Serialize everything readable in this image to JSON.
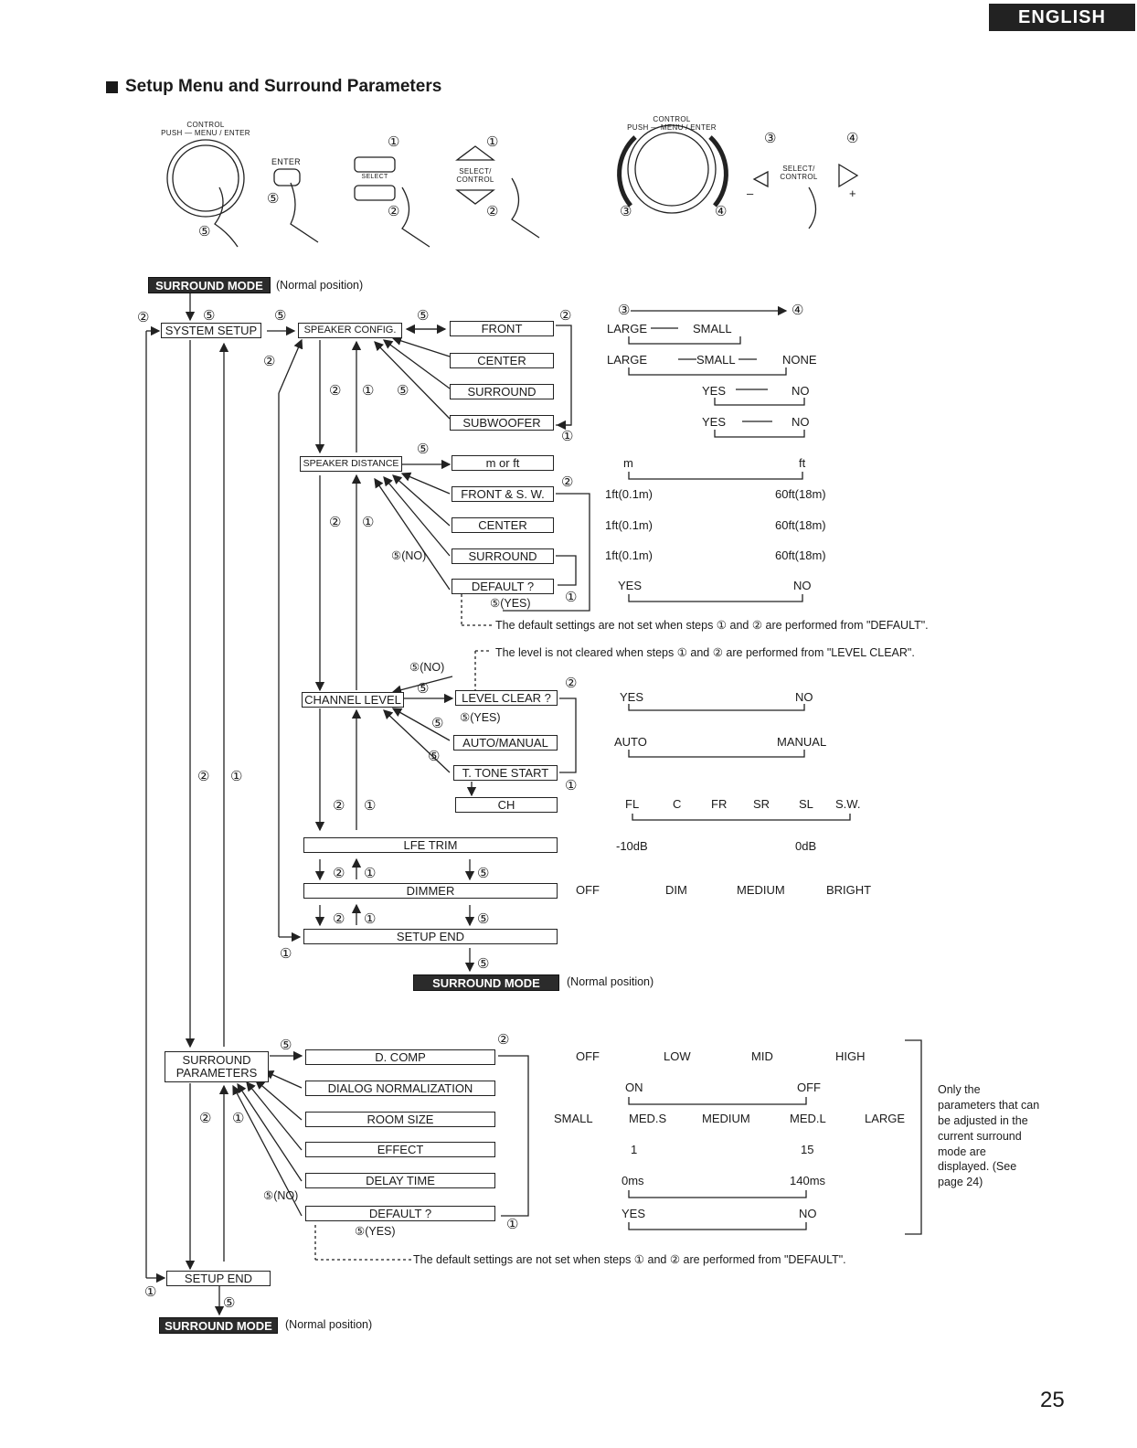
{
  "header": {
    "language": "ENGLISH"
  },
  "section_title": "Setup Menu and Surround Parameters",
  "page_number": "25",
  "controls": {
    "control_knob_label": "CONTROL",
    "control_knob_sublabel": "PUSH — MENU / ENTER",
    "enter_label": "ENTER",
    "select_label": "SELECT",
    "select_control_label": "SELECT/ CONTROL",
    "step_marks": [
      "①",
      "②",
      "③",
      "④",
      "⑤"
    ],
    "minus": "–",
    "plus": "+"
  },
  "menu": {
    "surround_mode": "SURROUND MODE",
    "normal_position": "(Normal position)",
    "system_setup": "SYSTEM SETUP",
    "speaker_config": "SPEAKER CONFIG.",
    "front": "FRONT",
    "center": "CENTER",
    "surround": "SURROUND",
    "subwoofer": "SUBWOOFER",
    "speaker_distance": "SPEAKER DISTANCE",
    "m_or_ft": "m or ft",
    "front_sw": "FRONT & S. W.",
    "default_q": "DEFAULT ?",
    "yes_tag": "⑤(YES)",
    "no_tag": "⑤(NO)",
    "channel_level": "CHANNEL LEVEL",
    "level_clear": "LEVEL CLEAR ?",
    "auto_manual": "AUTO/MANUAL",
    "t_tone_start": "T. TONE START",
    "ch": "CH",
    "lfe_trim": "LFE TRIM",
    "dimmer": "DIMMER",
    "setup_end": "SETUP END",
    "surround_parameters_1": "SURROUND",
    "surround_parameters_2": "PARAMETERS",
    "d_comp": "D. COMP",
    "dialog_normalization": "DIALOG NORMALIZATION",
    "room_size": "ROOM SIZE",
    "effect": "EFFECT",
    "delay_time": "DELAY TIME"
  },
  "notes": {
    "default_note_1": "The default settings are not set when steps ① and ② are performed from \"DEFAULT\".",
    "level_note": "The level is not cleared when steps ① and ② are performed from \"LEVEL CLEAR\".",
    "default_note_2": "The default settings are not set when steps ① and ② are performed from \"DEFAULT\".",
    "side_note": "Only the parameters that can be adjusted in the current surround mode are displayed. (See page 24)"
  },
  "options": {
    "front": [
      "LARGE",
      "SMALL"
    ],
    "center": [
      "LARGE",
      "SMALL",
      "NONE"
    ],
    "surround": [
      "YES",
      "NO"
    ],
    "subwoofer": [
      "YES",
      "NO"
    ],
    "unit": [
      "m",
      "ft"
    ],
    "front_sw_range": [
      "1ft(0.1m)",
      "60ft(18m)"
    ],
    "center_range": [
      "1ft(0.1m)",
      "60ft(18m)"
    ],
    "surround_range": [
      "1ft(0.1m)",
      "60ft(18m)"
    ],
    "default1": [
      "YES",
      "NO"
    ],
    "level_clear": [
      "YES",
      "NO"
    ],
    "auto_manual": [
      "AUTO",
      "MANUAL"
    ],
    "channels": [
      "FL",
      "C",
      "FR",
      "SR",
      "SL",
      "S.W."
    ],
    "lfe_trim": [
      "-10dB",
      "0dB"
    ],
    "dimmer": [
      "OFF",
      "DIM",
      "MEDIUM",
      "BRIGHT"
    ],
    "d_comp": [
      "OFF",
      "LOW",
      "MID",
      "HIGH"
    ],
    "dialog_norm": [
      "ON",
      "OFF"
    ],
    "room_size": [
      "SMALL",
      "MED.S",
      "MEDIUM",
      "MED.L",
      "LARGE"
    ],
    "effect": [
      "1",
      "15"
    ],
    "delay_time": [
      "0ms",
      "140ms"
    ],
    "default2": [
      "YES",
      "NO"
    ]
  }
}
